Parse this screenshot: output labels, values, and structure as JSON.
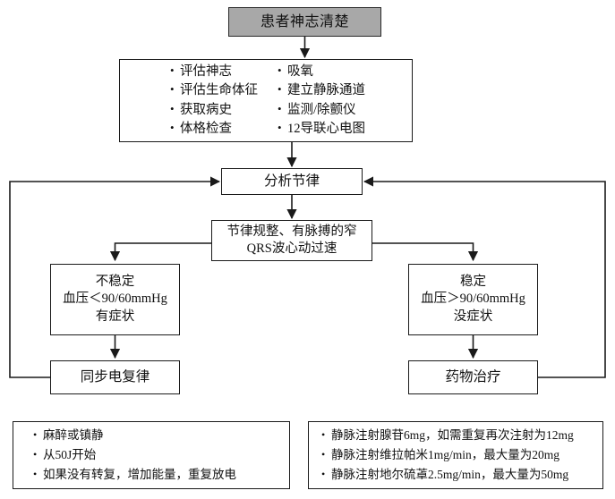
{
  "flowchart": {
    "title_box": {
      "text": "患者神志清楚",
      "fill_color": "#a8a8a8"
    },
    "assessment_box": {
      "left_column": [
        "评估神志",
        "评估生命体征",
        "获取病史",
        "体格检查"
      ],
      "right_column": [
        "吸氧",
        "建立静脉通道",
        "监测/除颤仪",
        "12导联心电图"
      ]
    },
    "analyze_box": {
      "text": "分析节律"
    },
    "qrs_box": {
      "line1": "节律规整、有脉搏的窄",
      "line2": "QRS波心动过速"
    },
    "unstable_box": {
      "line1": "不稳定",
      "line2": "血压＜90/60mmHg",
      "line3": "有症状"
    },
    "stable_box": {
      "line1": "稳定",
      "line2": "血压＞90/60mmHg",
      "line3": "没症状"
    },
    "cardioversion_box": {
      "text": "同步电复律"
    },
    "drugs_box": {
      "text": "药物治疗"
    },
    "note_left": {
      "items": [
        "麻醉或镇静",
        "从50J开始",
        "如果没有转复，增加能量，重复放电"
      ]
    },
    "note_right": {
      "items": [
        "静脉注射腺苷6mg，如需重复再次注射为12mg",
        "静脉注射维拉帕米1mg/min，最大量为20mg",
        "静脉注射地尔硫䓬2.5mg/min，最大量为50mg"
      ]
    },
    "bullet_glyph": "•",
    "line_color": "#1a1a1a"
  }
}
